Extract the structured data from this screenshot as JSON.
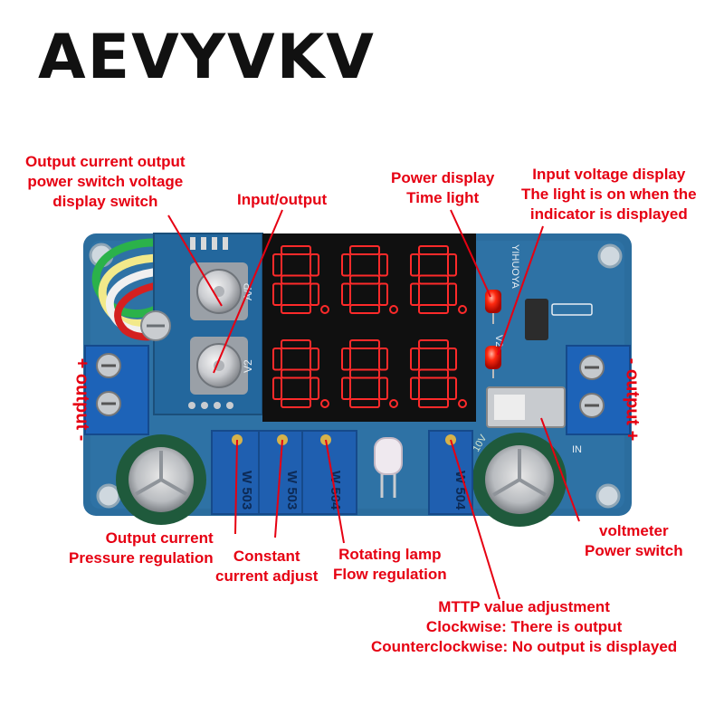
{
  "brand": "AEVYVKV",
  "labels": {
    "switch_top": [
      "Output current output",
      "power switch voltage",
      "display switch"
    ],
    "input_output": "Input/output",
    "power_display": [
      "Power display",
      "Time light"
    ],
    "input_voltage": [
      "Input voltage display",
      "The light is on when the",
      "indicator is displayed"
    ],
    "output_current": [
      "Output current",
      "Pressure regulation"
    ],
    "constant_current": [
      "Constant",
      "current adjust"
    ],
    "rotating_lamp": [
      "Rotating lamp",
      "Flow regulation"
    ],
    "mttp": [
      "MTTP value adjustment",
      "Clockwise: There is output",
      "Counterclockwise: No output is displayed"
    ],
    "voltmeter": [
      "voltmeter",
      "Power switch"
    ],
    "left_side": "+ output -",
    "right_side": "- output +"
  },
  "board_text": {
    "pot1": "W 503",
    "pot2": "W 503",
    "pot3": "W 504",
    "pot4": "W 504",
    "cap": "10V",
    "silk_ap": "A/P",
    "silk_v2": "V2",
    "silk_in": "IN",
    "silk_vert": "YIHUOYA"
  },
  "colors": {
    "label_red": "#e60012",
    "pcb_blue": "#2a6fa3",
    "display_red": "#ff2a2a",
    "pot_blue": "#1f5fb0",
    "terminal_blue": "#1d63b8"
  }
}
